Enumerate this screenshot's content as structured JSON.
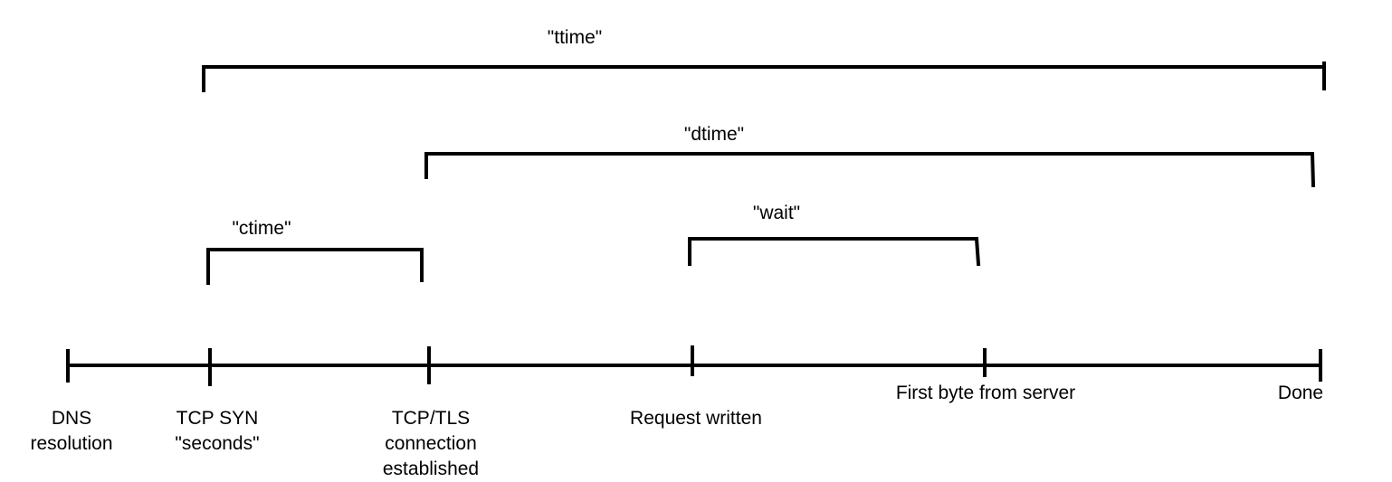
{
  "intervals": {
    "ttime": {
      "label": "\"ttime\""
    },
    "dtime": {
      "label": "\"dtime\""
    },
    "wait": {
      "label": "\"wait\""
    },
    "ctime": {
      "label": "\"ctime\""
    }
  },
  "milestones": {
    "dns": {
      "label": "DNS\nresolution"
    },
    "tcp_syn": {
      "label": "TCP SYN\n\"seconds\""
    },
    "tcp_tls": {
      "label": "TCP/TLS\nconnection\nestablished"
    },
    "request": {
      "label": "Request written"
    },
    "first_byte": {
      "label": "First byte from server"
    },
    "done": {
      "label": "Done"
    }
  }
}
